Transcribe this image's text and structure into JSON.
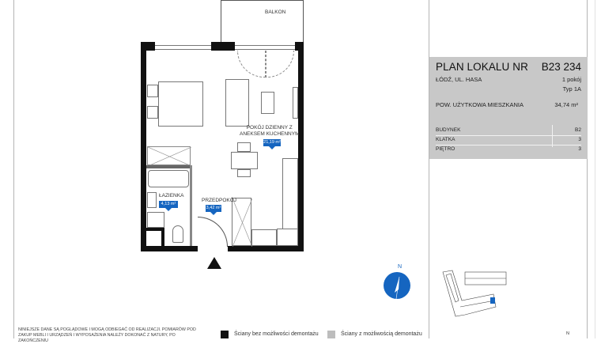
{
  "plan": {
    "title": "PLAN LOKALU NR",
    "unit_code": "B23 234",
    "address": "ŁÓDŹ, UL. HASA",
    "rooms_count": "1 pokój",
    "type": "Typ 1A",
    "usable_area_label": "POW. UŻYTKOWA MIESZKANIA",
    "usable_area_value": "34,74 m²",
    "details": [
      {
        "label": "BUDYNEK",
        "value": "B2"
      },
      {
        "label": "KLATKA",
        "value": "3"
      },
      {
        "label": "PIĘTRO",
        "value": "3"
      }
    ]
  },
  "floorplan": {
    "balcony_label": "BALKON",
    "rooms": [
      {
        "name": "POKÓJ DZIENNY Z",
        "name2": "ANEKSEM KUCHENNYM",
        "area": "21,19 m²"
      },
      {
        "name": "ŁAZIENKA",
        "area": "4,13 m²"
      },
      {
        "name": "PRZEDPOKÓJ",
        "area": "3,42 m²"
      }
    ],
    "entrance_icon": "entrance-arrow-icon"
  },
  "compass": {
    "label": "N",
    "color": "#1565c0"
  },
  "site_map": {
    "north_label": "N",
    "highlight_color": "#1565c0"
  },
  "legend": {
    "non_removable": {
      "label": "Ściany bez możliwości demontażu",
      "color": "#111111"
    },
    "removable": {
      "label": "Ściany z możliwością demontażu",
      "color": "#bdbdbd"
    }
  },
  "disclaimer": "NINIEJSZE DANE SĄ POGLĄDOWE I MOGĄ ODBIEGAĆ OD REALIZACJI. POMIARÓW POD ZAKUP MEBLI I URZĄDZEŃ I WYPOSAŻENIA NALEŻY DOKONAĆ Z NATURY, PO ZAKOŃCZENIU"
}
